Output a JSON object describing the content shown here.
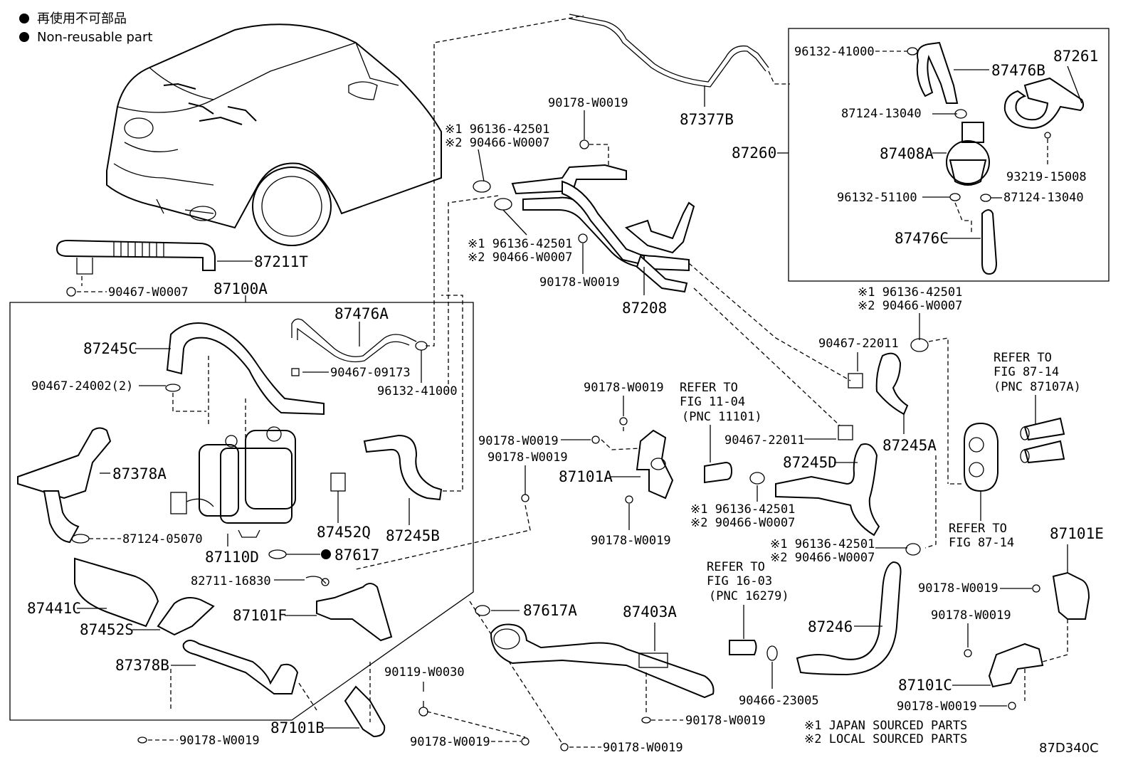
{
  "legend": {
    "japanese_label": "再使用不可部品",
    "english_label": "Non-reusable part"
  },
  "diagram_code": "87D340C",
  "footnotes": [
    "※1 JAPAN SOURCED PARTS",
    "※2 LOCAL SOURCED PARTS"
  ],
  "labels": {
    "p87211T": "87211T",
    "p90467_W0007": "90467-W0007",
    "p87100A": "87100A",
    "p87245C": "87245C",
    "p87476A": "87476A",
    "p90467_09173": "90467-09173",
    "p90467_24002": "90467-24002(2)",
    "p96132_41000_a": "96132-41000",
    "p87378A": "87378A",
    "p87452Q": "87452Q",
    "p87245B": "87245B",
    "p87124_05070": "87124-05070",
    "p87110D": "87110D",
    "p87617": "87617",
    "p82711_16830": "82711-16830",
    "p87441C": "87441C",
    "p87452S": "87452S",
    "p87101F": "87101F",
    "p87378B": "87378B",
    "p90119_W0030": "90119-W0030",
    "p87101B": "87101B",
    "p90178_W0019_bl": "90178-W0019",
    "p90178_W0019_bc": "90178-W0019",
    "p90178_W0019_bm": "90178-W0019",
    "p90178_top": "90178-W0019",
    "p96136_a1": "※1 96136-42501",
    "p90466_a2": "※2 90466-W0007",
    "p96136_b1": "※1 96136-42501",
    "p90466_b2": "※2 90466-W0007",
    "p90178_mid": "90178-W0019",
    "p87208": "87208",
    "p87377B": "87377B",
    "p87260": "87260",
    "p96132_41000_b": "96132-41000",
    "p87476B": "87476B",
    "p87261": "87261",
    "p87124_13040_a": "87124-13040",
    "p87408A": "87408A",
    "p93219_15008": "93219-15008",
    "p96132_51100": "96132-51100",
    "p87124_13040_b": "87124-13040",
    "p87476C": "87476C",
    "p96136_c1": "※1 96136-42501",
    "p90466_c2": "※2 90466-W0007",
    "p90467_22011_a": "90467-22011",
    "p90467_22011_b": "90467-22011",
    "p87245A": "87245A",
    "p87245D": "87245D",
    "refer_1104": "REFER TO",
    "refer_1104_fig": "FIG 11-04",
    "refer_1104_pnc": "(PNC 11101)",
    "refer_8714a": "REFER TO",
    "refer_8714a_fig": "FIG 87-14",
    "refer_8714a_pnc": "(PNC 87107A)",
    "refer_8714b": "REFER TO",
    "refer_8714b_fig": "FIG 87-14",
    "p90178_c1": "90178-W0019",
    "p90178_c2": "90178-W0019",
    "p90178_c3": "90178-W0019",
    "p87101A": "87101A",
    "p90178_c4": "90178-W0019",
    "p96136_d1": "※1 96136-42501",
    "p90466_d2": "※2 90466-W0007",
    "p96136_e1": "※1 96136-42501",
    "p90466_e2": "※2 90466-W0007",
    "refer_1603": "REFER TO",
    "refer_1603_fig": "FIG 16-03",
    "refer_1603_pnc": "(PNC 16279)",
    "p87617A": "87617A",
    "p87403A": "87403A",
    "p87246": "87246",
    "p90466_23005": "90466-23005",
    "p90178_bot2": "90178-W0019",
    "p87101E": "87101E",
    "p90178_e1": "90178-W0019",
    "p90178_e2": "90178-W0019",
    "p87101C": "87101C",
    "p90178_e3": "90178-W0019"
  }
}
